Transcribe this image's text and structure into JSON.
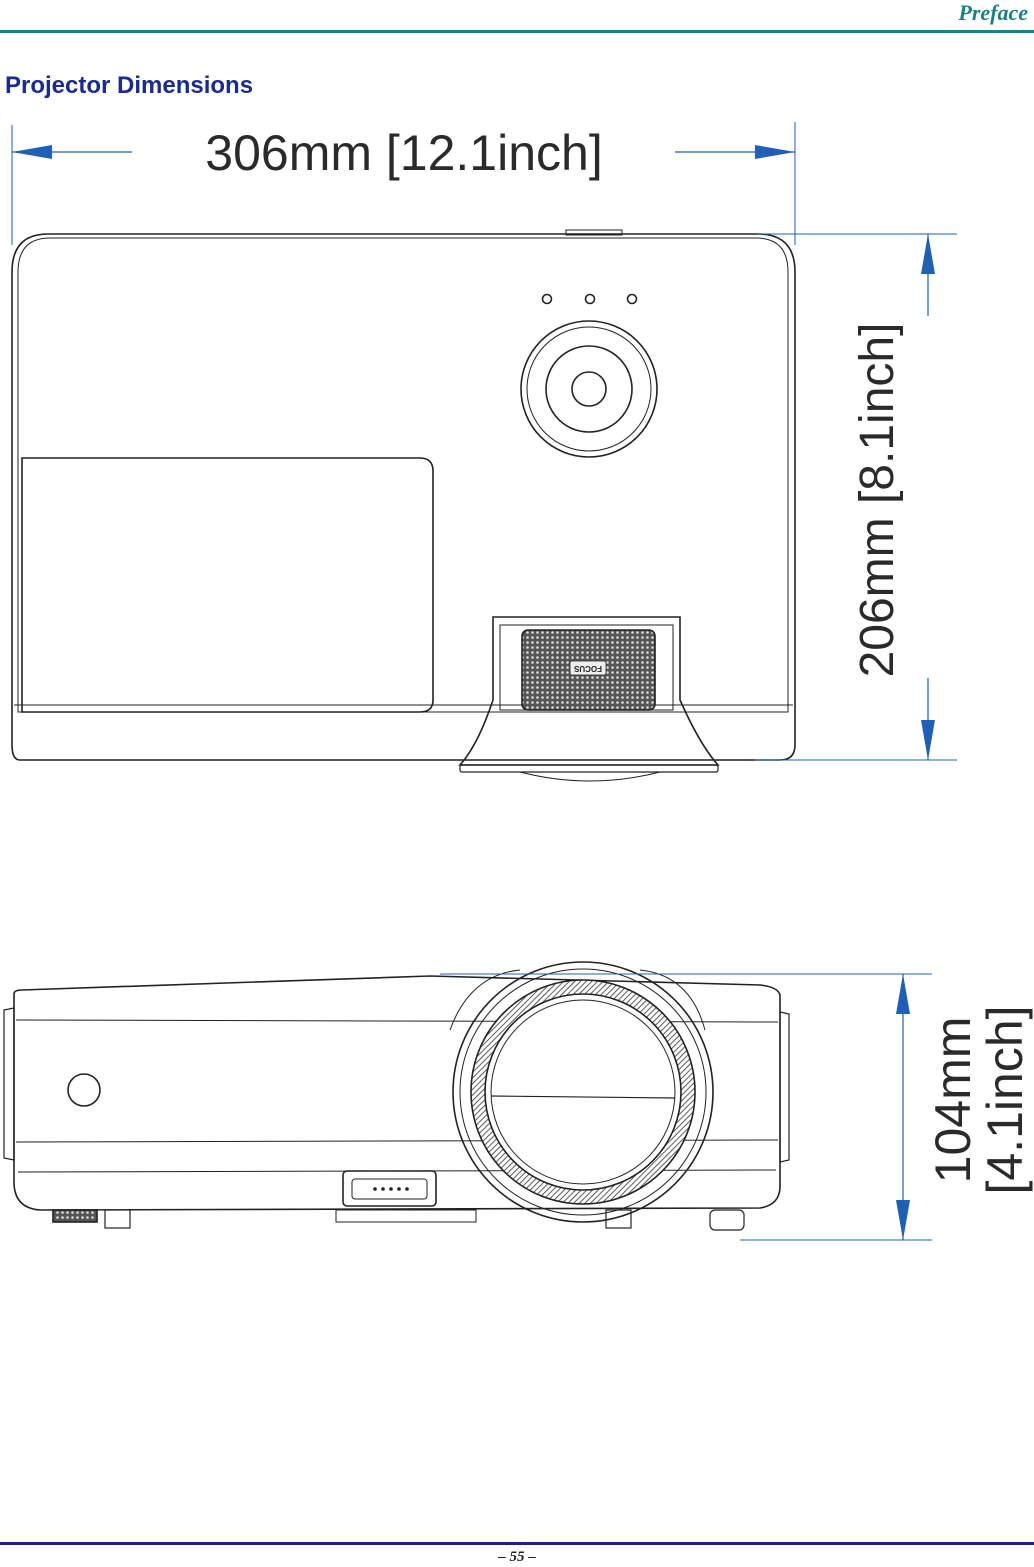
{
  "header": {
    "section_label": "Preface"
  },
  "title": "Projector Dimensions",
  "dimensions": {
    "width_label": "306mm [12.1inch]",
    "depth_label": "206mm [8.1inch]",
    "height_label_line1": "104mm",
    "height_label_line2": "[4.1inch]"
  },
  "focus_label": "FOCUS",
  "footer": {
    "page_number": "– 55 –"
  },
  "colors": {
    "header_accent": "#1a7f86",
    "title": "#1a2b8c",
    "dimension_arrow": "#1f5fb4"
  }
}
